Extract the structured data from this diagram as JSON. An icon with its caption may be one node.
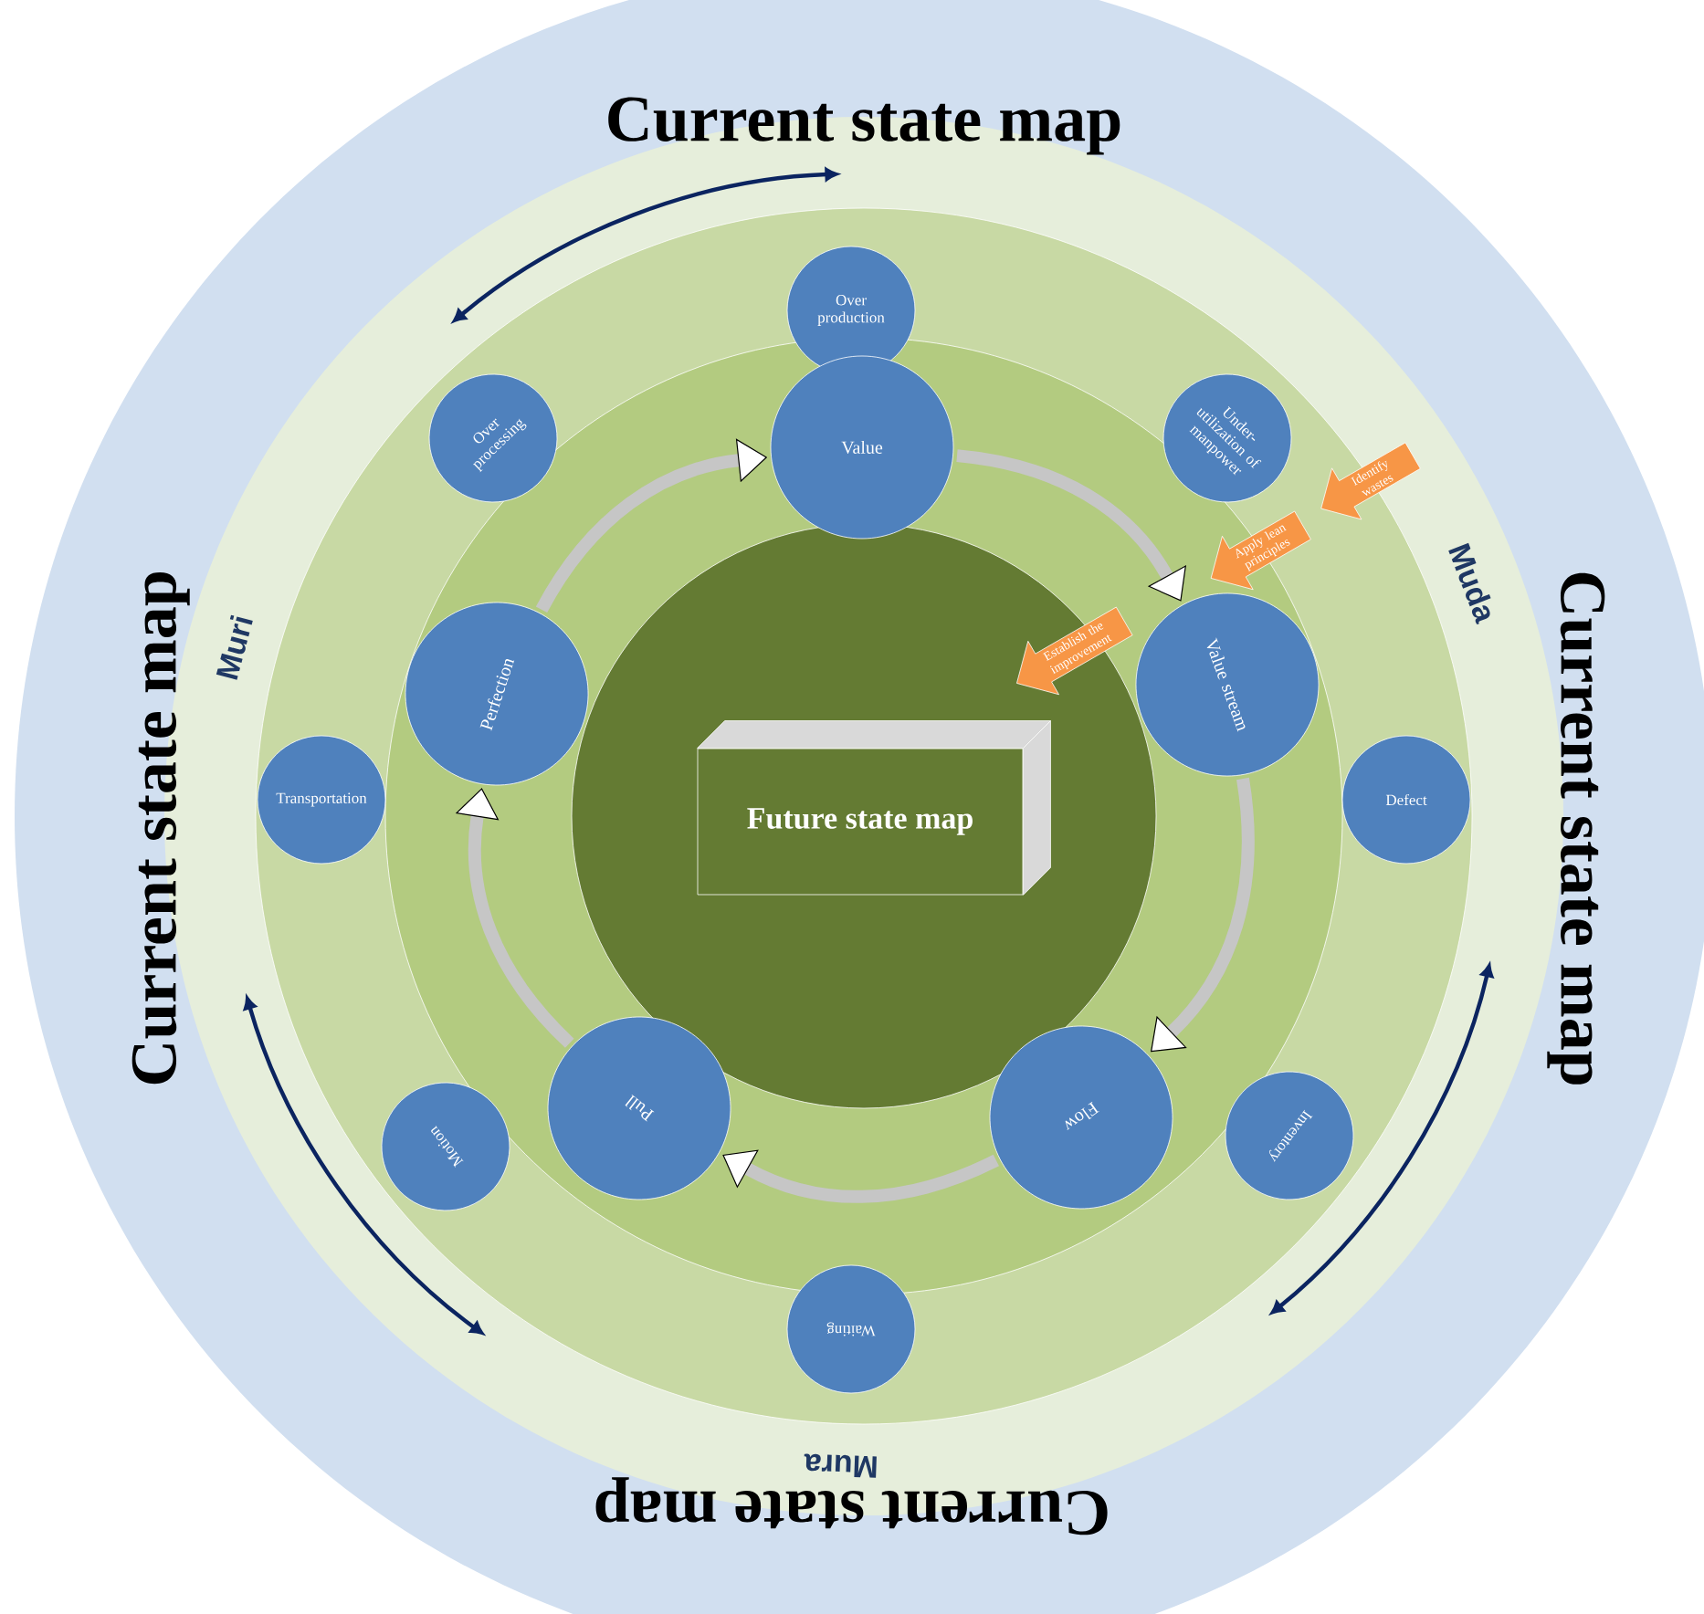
{
  "diagram": {
    "nodes": [
      {
        "text": [
          "Over production"
        ]
      },
      {
        "text": [
          "Over processing"
        ]
      },
      {
        "text": [
          "Value"
        ]
      },
      {
        "text": [
          "Under-utilization of manpower"
        ]
      },
      {
        "text": [
          "Identify wastes"
        ]
      },
      {
        "text": [
          "Apply lean principles"
        ]
      },
      {
        "text": [
          "Establish the improvement"
        ]
      },
      {
        "text": [
          "Perfection"
        ]
      },
      {
        "text": [
          "Value stream"
        ]
      },
      {
        "text": [
          "Transportation"
        ]
      },
      {
        "text": [
          "Future state map"
        ]
      },
      {
        "text": [
          "Defect"
        ]
      },
      {
        "text": [
          "Pull"
        ]
      },
      {
        "text": [
          "Flow"
        ]
      },
      {
        "text": [
          "Motion"
        ]
      },
      {
        "text": [
          "Inventory"
        ]
      },
      {
        "text": [
          "Waiting"
        ]
      }
    ],
    "edges": [
      {
        "from": 7,
        "to": 2,
        "arrow": "to"
      },
      {
        "from": 2,
        "to": 8,
        "arrow": "to"
      },
      {
        "from": 8,
        "to": 13,
        "arrow": "to"
      },
      {
        "from": 13,
        "to": 12,
        "arrow": "to"
      },
      {
        "from": 12,
        "to": 7,
        "arrow": "to"
      }
    ],
    "labels": [
      "Current state map",
      "Current state map",
      "Current state map",
      "Muri",
      "Muda",
      "Current state map",
      "Mura"
    ]
  }
}
